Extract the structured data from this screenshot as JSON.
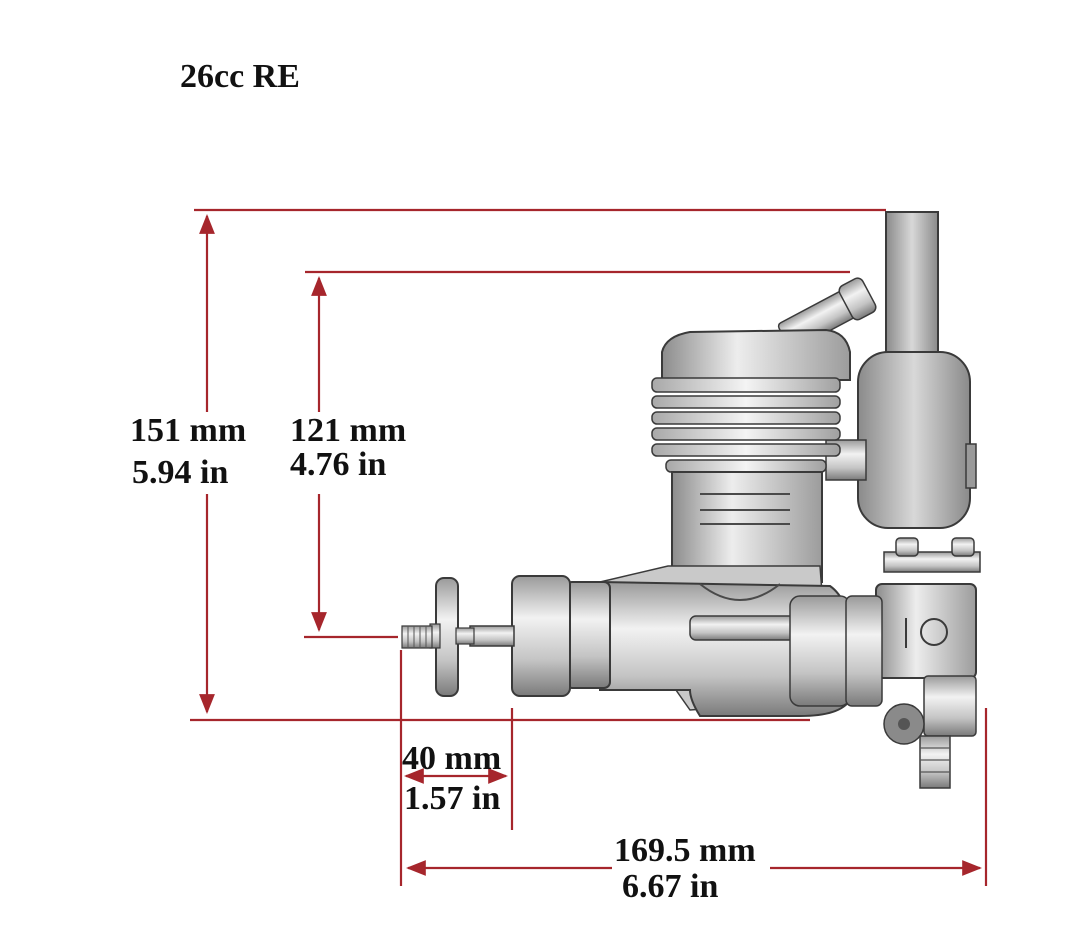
{
  "title": "26cc RE",
  "colors": {
    "dimension_line": "#a6262c",
    "metal_light": "#e8e8e8",
    "metal_mid": "#b9b9b9",
    "metal_dark": "#6e6e6e",
    "outline": "#3a3a3a",
    "text": "#111111"
  },
  "dimensions": {
    "overall_height": {
      "mm": "151 mm",
      "in": "5.94 in"
    },
    "prop_height": {
      "mm": "121 mm",
      "in": "4.76 in"
    },
    "shaft_length": {
      "mm": "40 mm",
      "in": "1.57 in"
    },
    "overall_length": {
      "mm": "169.5 mm",
      "in": "6.67 in"
    }
  }
}
